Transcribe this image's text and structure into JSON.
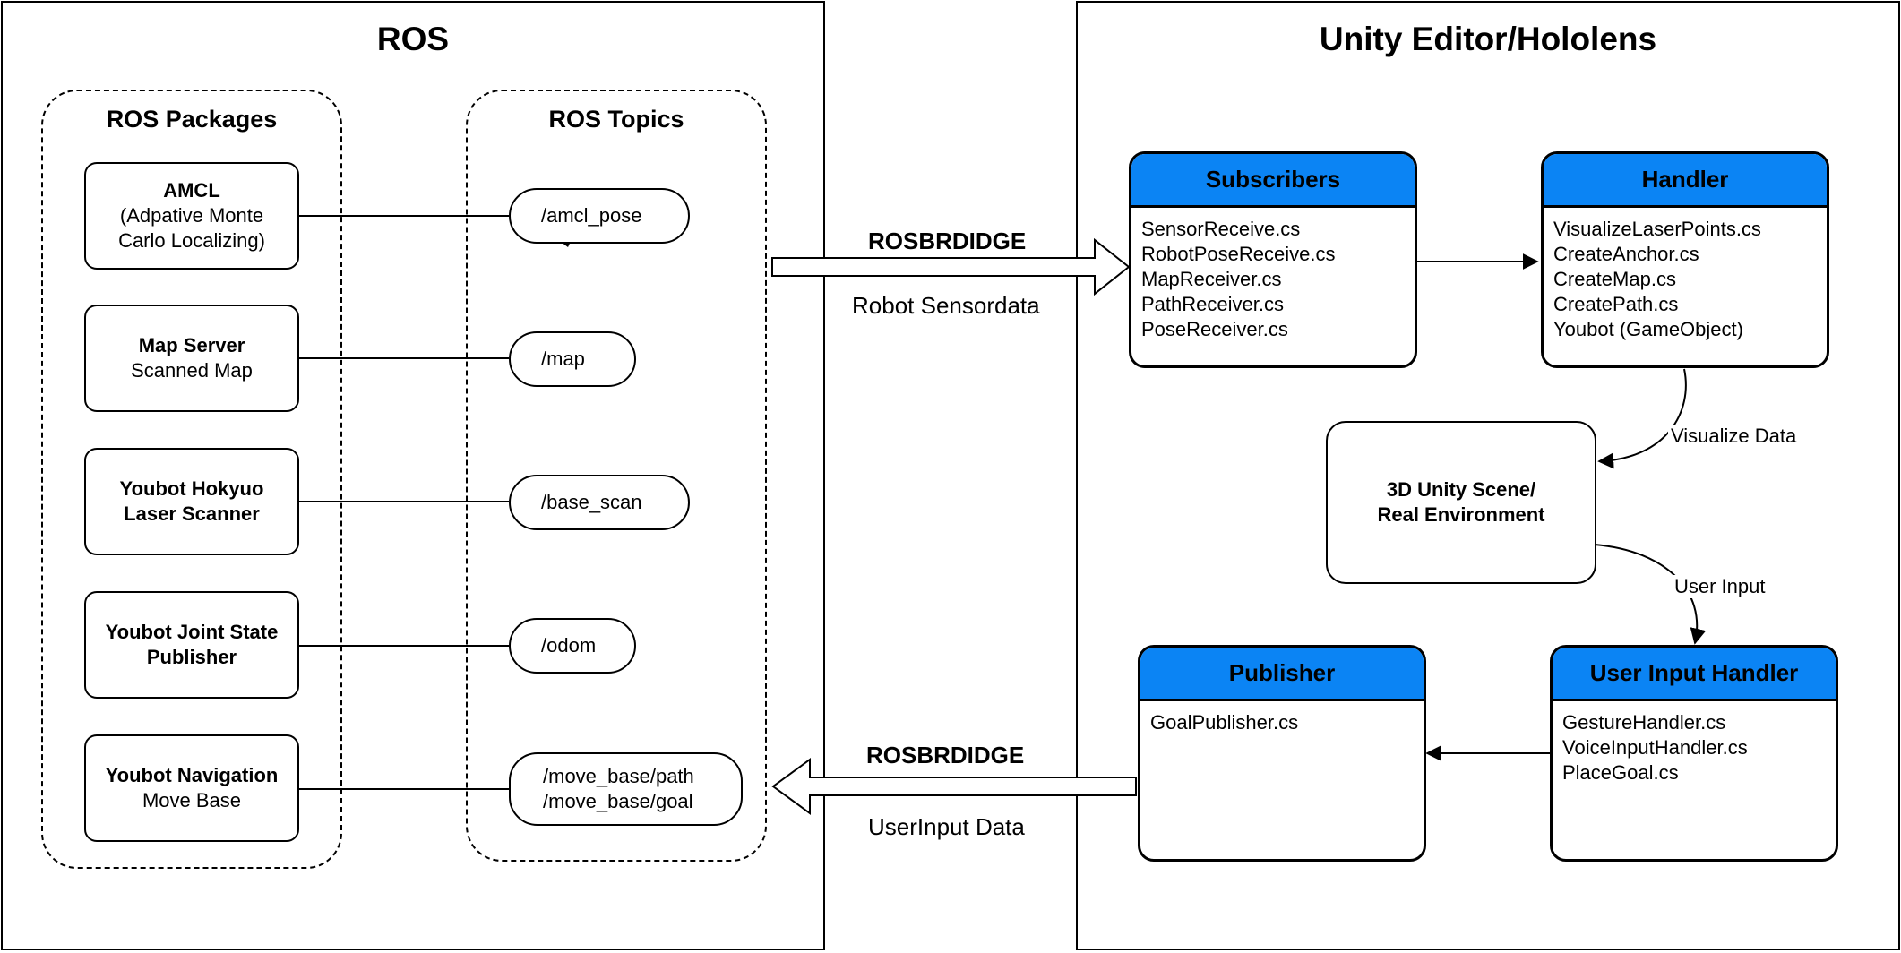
{
  "ros_panel": {
    "title": "ROS"
  },
  "unity_panel": {
    "title": "Unity Editor/Hololens"
  },
  "ros_packages": {
    "title": "ROS Packages",
    "items": [
      {
        "name": "AMCL",
        "desc": "(Adpative Monte",
        "desc2": "Carlo Localizing)"
      },
      {
        "name": "Map Server",
        "desc": "Scanned Map"
      },
      {
        "name": "Youbot Hokyuo",
        "name2": "Laser Scanner"
      },
      {
        "name": "Youbot Joint State",
        "name2": "Publisher"
      },
      {
        "name": "Youbot Navigation",
        "desc": "Move Base"
      }
    ]
  },
  "ros_topics": {
    "title": "ROS Topics",
    "items": [
      {
        "line1": "/amcl_pose"
      },
      {
        "line1": "/map"
      },
      {
        "line1": "/base_scan"
      },
      {
        "line1": "/odom"
      },
      {
        "line1": "/move_base/path",
        "line2": "/move_base/goal"
      }
    ]
  },
  "bridge_top": {
    "title": "ROSBRDIDGE",
    "subtitle": "Robot Sensordata"
  },
  "bridge_bottom": {
    "title": "ROSBRDIDGE",
    "subtitle": "UserInput Data"
  },
  "subscribers": {
    "title": "Subscribers",
    "items": [
      "SensorReceive.cs",
      "RobotPoseReceive.cs",
      "MapReceiver.cs",
      "PathReceiver.cs",
      "PoseReceiver.cs"
    ]
  },
  "handler": {
    "title": "Handler",
    "items": [
      "VisualizeLaserPoints.cs",
      "CreateAnchor.cs",
      "CreateMap.cs",
      "CreatePath.cs",
      "Youbot (GameObject)"
    ]
  },
  "scene": {
    "line1": "3D Unity Scene/",
    "line2": "Real Environment"
  },
  "edge_labels": {
    "visualize": "Visualize Data",
    "user_input": "User Input"
  },
  "publisher": {
    "title": "Publisher",
    "items": [
      "GoalPublisher.cs"
    ]
  },
  "user_input_handler": {
    "title": "User Input Handler",
    "items": [
      "GestureHandler.cs",
      "VoiceInputHandler.cs",
      "PlaceGoal.cs"
    ]
  },
  "colors": {
    "card_header": "#0b84f4"
  }
}
